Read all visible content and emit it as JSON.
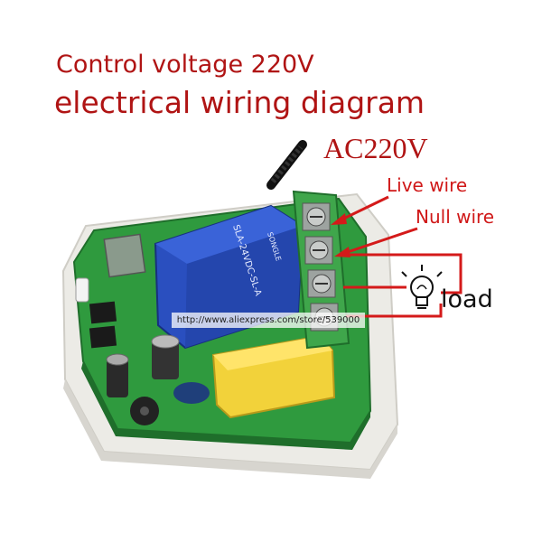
{
  "title": {
    "line1": "Control voltage 220V",
    "line2": "electrical wiring diagram"
  },
  "labels": {
    "supply": "AC220V",
    "live_wire": "Live wire",
    "null_wire": "Null wire",
    "load": "load"
  },
  "relay": {
    "brand": "SONGLE",
    "model": "SLA-24VDC-SL-A"
  },
  "watermark": {
    "url": "http://www.aliexpress.com/store/539000"
  },
  "colors": {
    "title_text": "#b01414",
    "wire_red": "#d41a1a",
    "pcb_green": "#2f9a3e",
    "relay_blue": "#2a4fbf",
    "capacitor_yellow": "#f2d23a",
    "terminal_green": "#3fa64b"
  }
}
